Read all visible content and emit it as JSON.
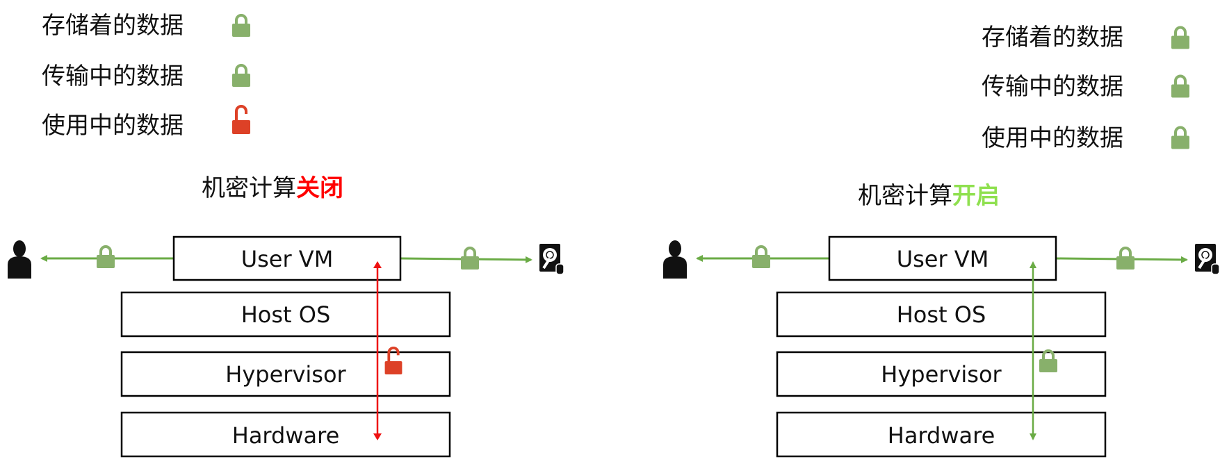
{
  "colors": {
    "lock_green": "#88b06b",
    "lock_red": "#dd4127",
    "arrow_green": "#6aab45",
    "arrow_red": "#ee1111",
    "title_red": "#ff0000",
    "title_green": "#8fe04f"
  },
  "left": {
    "legend": [
      {
        "label": "存储着的数据",
        "lock": "closed",
        "color": "green"
      },
      {
        "label": "传输中的数据",
        "lock": "closed",
        "color": "green"
      },
      {
        "label": "使用中的数据",
        "lock": "open",
        "color": "red"
      }
    ],
    "title_prefix": "机密计算",
    "title_state": "关闭",
    "layers": [
      "User VM",
      "Host OS",
      "Hypervisor",
      "Hardware"
    ]
  },
  "right": {
    "legend": [
      {
        "label": "存储着的数据",
        "lock": "closed",
        "color": "green"
      },
      {
        "label": "传输中的数据",
        "lock": "closed",
        "color": "green"
      },
      {
        "label": "使用中的数据",
        "lock": "closed",
        "color": "green"
      }
    ],
    "title_prefix": "机密计算",
    "title_state": "开启",
    "layers": [
      "User VM",
      "Host OS",
      "Hypervisor",
      "Hardware"
    ]
  }
}
